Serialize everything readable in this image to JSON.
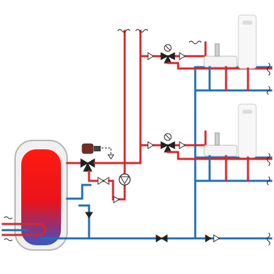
{
  "diagram": {
    "colors": {
      "hot_water": "#d8262b",
      "cold_water": "#1f6fb5",
      "tank_hot": "#e8141b",
      "tank_cold": "#3a6fd0",
      "tank_shell": "#eeeeee"
    },
    "components": [
      "storage-tank",
      "heating-coil",
      "thermostatic-mixing-valve",
      "circulation-pump",
      "balancing-valve",
      "check-valve",
      "washbasin",
      "instantaneous-water-heater"
    ],
    "icons": {
      "vent_open_end": "wavy-line-icon",
      "pipe_continuation": "wavy-line-icon"
    }
  }
}
